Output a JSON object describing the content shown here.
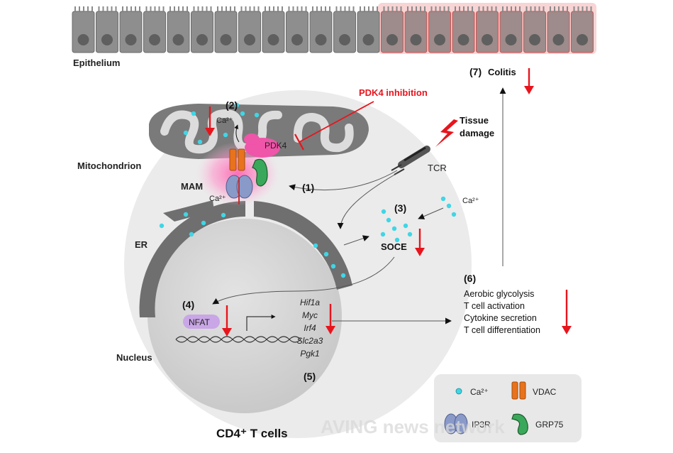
{
  "labels": {
    "epithelium": "Epithelium",
    "mitochondrion": "Mitochondrion",
    "mam": "MAM",
    "er": "ER",
    "nucleus": "Nucleus",
    "cell": "CD4⁺ T cells",
    "pdk4_inhibition": "PDK4 inhibition",
    "pdk4": "PDK4",
    "tissue_damage_line1": "Tissue",
    "tissue_damage_line2": "damage",
    "tcr": "TCR",
    "ca_mito": "Ca²⁺",
    "ca_mam": "Ca²⁺",
    "ca_extra": "Ca²⁺",
    "nfat": "NFAT",
    "soce": "SOCE",
    "colitis": "Colitis"
  },
  "steps": {
    "s1": "(1)",
    "s2": "(2)",
    "s3": "(3)",
    "s4": "(4)",
    "s5": "(5)",
    "s6": "(6)",
    "s7": "(7)"
  },
  "genes": [
    "Hif1a",
    "Myc",
    "Irf4",
    "Slc2a3",
    "Pgk1"
  ],
  "outcomes": [
    "Aerobic glycolysis",
    "T cell activation",
    "Cytokine secretion",
    "T cell differentiation"
  ],
  "legend": {
    "ca": "Ca²⁺",
    "vdac": "VDAC",
    "ip3r": "IP3R",
    "grp75": "GRP75"
  },
  "watermark": "AVING news network",
  "colors": {
    "down_arrow": "#e8141c",
    "inhibition": "#e8141c",
    "calcium": "#3fd6e6",
    "vdac": "#e8731c",
    "ip3r": "#8a9ac8",
    "grp75": "#3aa85a",
    "pdk4": "#ef55a8",
    "nfat": "#c9a6e6",
    "epithelium_normal": "#8c8c8c",
    "epithelium_damaged": "#d05050"
  }
}
